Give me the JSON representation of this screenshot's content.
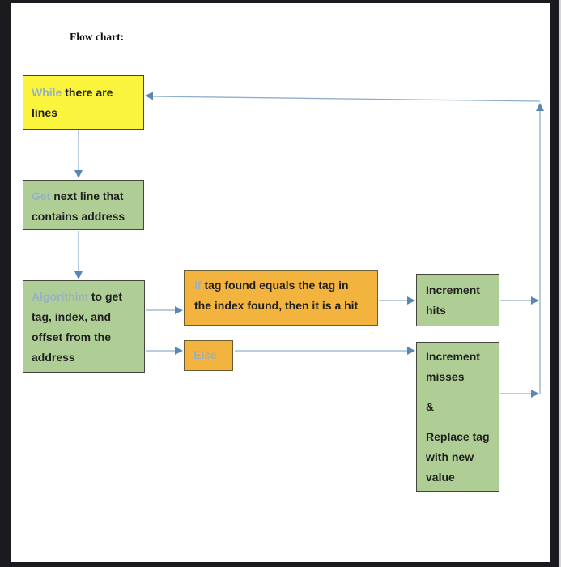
{
  "title": "Flow chart:",
  "colors": {
    "box_yellow": "#FAF43D",
    "box_green": "#AFCE96",
    "box_orange": "#F2B43E",
    "border_dark": "#45453E",
    "border_orange": "#6B5D33",
    "keyword_accent": "#96B1C4",
    "connector": "#8FAECE",
    "arrowhead": "#5A86B4",
    "frame": "#1B1B1F",
    "text_dark": "#1F1F1F"
  },
  "flowchart": {
    "while_box": {
      "keyword": "While",
      "text": "there are lines"
    },
    "get_box": {
      "keyword": "Get",
      "text": "next line that contains address"
    },
    "algorithm_box": {
      "keyword": "Algorithim",
      "text": "to get tag, index, and offset from the address"
    },
    "if_box": {
      "keyword": "If",
      "text": "tag found equals the tag in the index found, then it is a hit"
    },
    "else_box": {
      "keyword": "Else"
    },
    "increment_hits_box": {
      "text": "Increment hits"
    },
    "increment_misses_box": {
      "line1": "Increment misses",
      "line2": "&",
      "line3": "Replace tag with new value"
    }
  }
}
